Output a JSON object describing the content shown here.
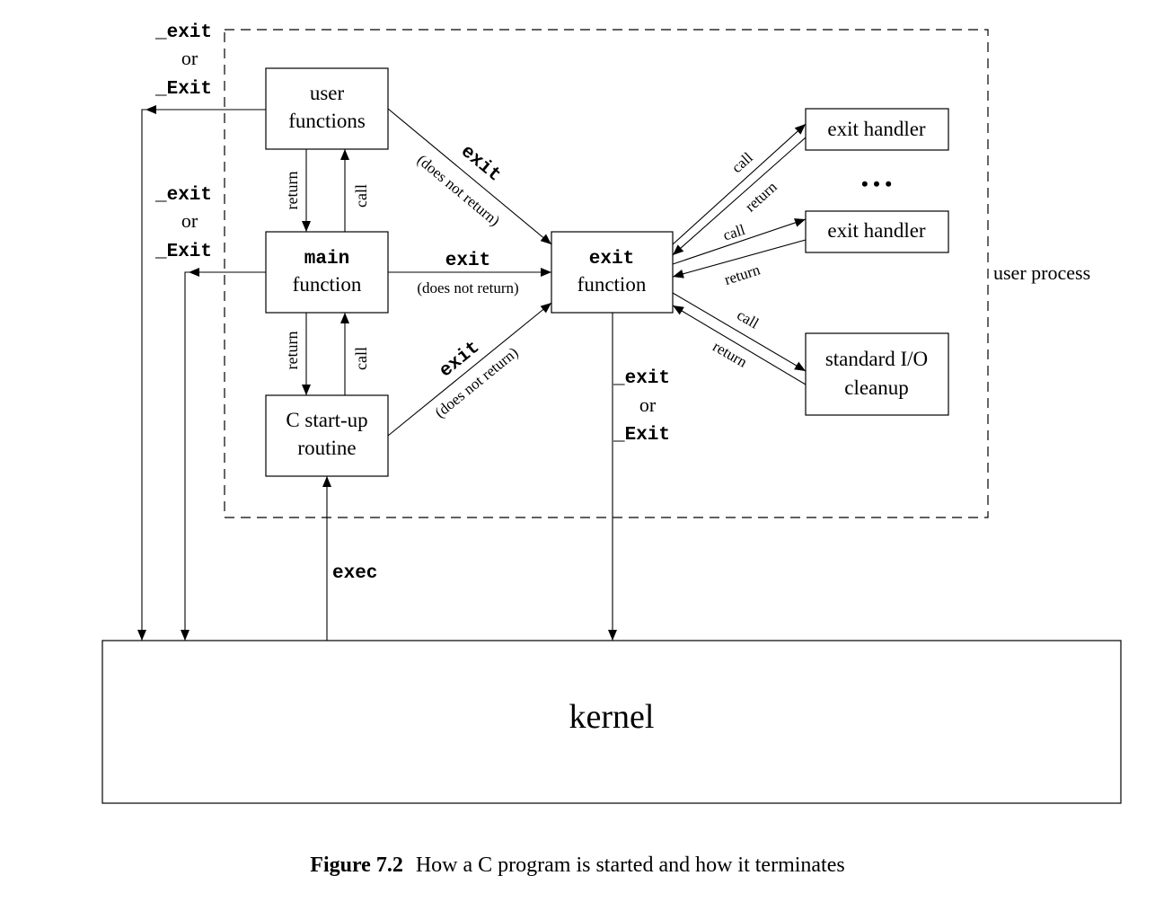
{
  "boxes": {
    "user_functions": [
      "user",
      "functions"
    ],
    "main_function": [
      "main",
      "function"
    ],
    "startup_routine": [
      "C start-up",
      "routine"
    ],
    "exit_function": [
      "exit",
      "function"
    ],
    "exit_handler_1": "exit handler",
    "exit_handler_2": "exit handler",
    "stdio_cleanup": [
      "standard I/O",
      "cleanup"
    ],
    "kernel": "kernel"
  },
  "labels": {
    "user_process": "user process",
    "exit_or_exit": [
      "_exit",
      "or",
      "_Exit"
    ],
    "exit": "exit",
    "does_not_return": "(does not return)",
    "return": "return",
    "call": "call",
    "exec": "exec",
    "ellipsis": "• • •"
  },
  "caption": {
    "number": "Figure 7.2",
    "text": "How a C program is started and how it terminates"
  }
}
